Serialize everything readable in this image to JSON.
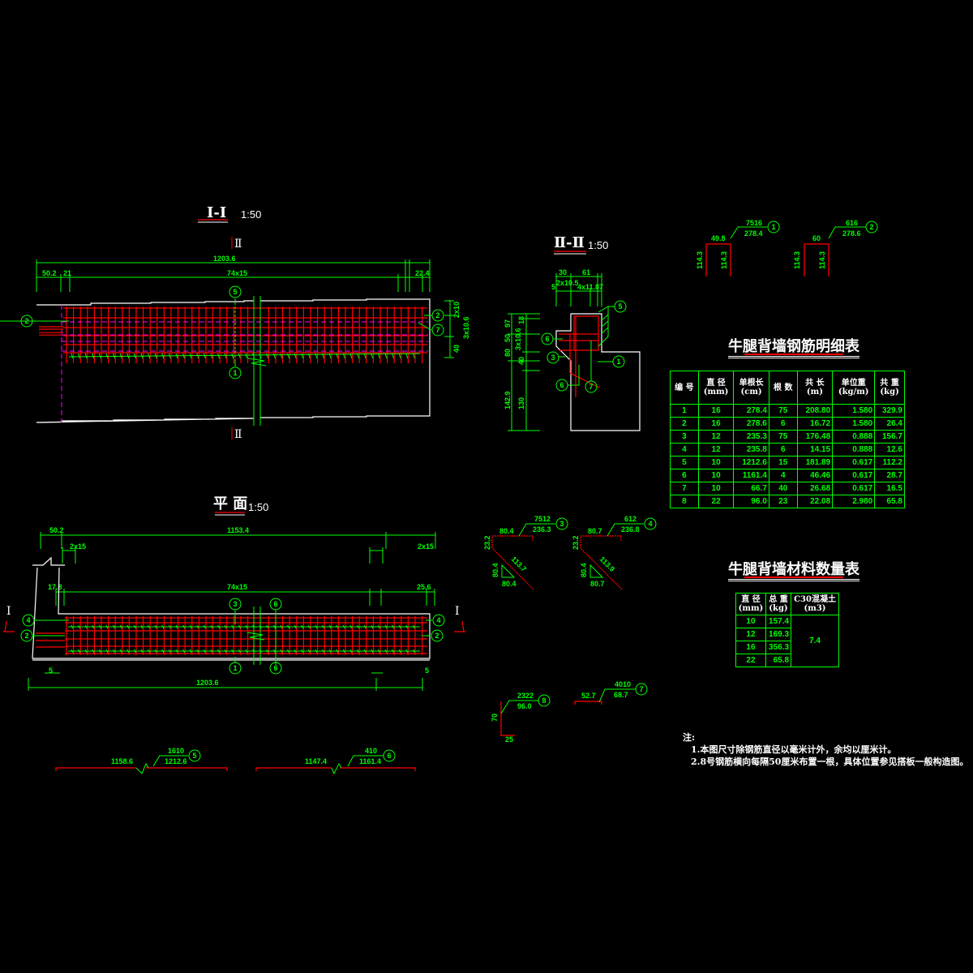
{
  "section_1": {
    "title": "Ⅰ-Ⅰ",
    "scale": "1:50",
    "cut_mark": "Ⅱ",
    "dim_total": "1203.6",
    "dim_left": "50.2",
    "dim_21": "21",
    "dim_spacing": "74x15",
    "dim_right": "22.4",
    "dim_v1": "2x10",
    "dim_v2": "3x10.6",
    "dim_v3": "40",
    "marks": [
      "5",
      "1",
      "2",
      "7"
    ]
  },
  "section_2": {
    "title": "Ⅱ-Ⅱ",
    "scale": "1:50",
    "dims": [
      "30",
      "61",
      "2x10.5",
      "5",
      "4x11.87",
      "97",
      "50",
      "80",
      "142.9",
      "18",
      "3x10.6",
      "40",
      "130"
    ],
    "marks": [
      "5",
      "6",
      "3",
      "1",
      "6",
      "7"
    ]
  },
  "plan": {
    "title": "平 面",
    "scale": "1:50",
    "cut_mark": "Ⅰ",
    "dim_left": "50.2",
    "dim_main": "1153.4",
    "dim_2x15": "2x15",
    "dim_17_8": "17.8",
    "dim_spacing": "74x15",
    "dim_25_6": "25.6",
    "dim_total": "1203.6",
    "dim_5": "5",
    "marks": [
      "4",
      "2",
      "4",
      "2",
      "3",
      "6",
      "1",
      "6"
    ]
  },
  "bars": {
    "b1": {
      "mark": "1",
      "top": "49.8",
      "leg": "114.3",
      "count_code": "7516",
      "length": "278.4"
    },
    "b2": {
      "mark": "2",
      "top": "60",
      "leg": "114.3",
      "count_code": "616",
      "length": "278.6"
    },
    "b3": {
      "mark": "3",
      "top": "80.4",
      "hook": "23.2",
      "diag": "113.7",
      "tri_v": "80.4",
      "tri_h": "80.4",
      "count_code": "7512",
      "length": "236.3"
    },
    "b4": {
      "mark": "4",
      "top": "80.7",
      "hook": "23.2",
      "diag": "113.9",
      "tri_v": "80.4",
      "tri_h": "80.7",
      "count_code": "612",
      "length": "236.8"
    },
    "b8": {
      "mark": "8",
      "leg": "70",
      "foot": "25",
      "count_code": "2322",
      "length": "96.0"
    },
    "b7": {
      "mark": "7",
      "top": "52.7",
      "count_code": "4010",
      "length": "68.7"
    },
    "b5": {
      "mark": "5",
      "span": "1158.6",
      "count_code": "1610",
      "length": "1212.6"
    },
    "b6": {
      "mark": "6",
      "span": "1147.4",
      "count_code": "410",
      "length": "1161.4"
    }
  },
  "rebar_table": {
    "title": "牛腿背墙钢筋明细表",
    "headers": [
      [
        "编 号",
        ""
      ],
      [
        "直 径",
        "(mm)"
      ],
      [
        "单根长",
        "(cm)"
      ],
      [
        "根 数",
        ""
      ],
      [
        "共 长",
        "(m)"
      ],
      [
        "单位重",
        "(kg/m)"
      ],
      [
        "共 重",
        "(kg)"
      ]
    ],
    "rows": [
      [
        "1",
        "16",
        "278.4",
        "75",
        "208.80",
        "1.580",
        "329.9"
      ],
      [
        "2",
        "16",
        "278.6",
        "6",
        "16.72",
        "1.580",
        "26.4"
      ],
      [
        "3",
        "12",
        "235.3",
        "75",
        "176.48",
        "0.888",
        "156.7"
      ],
      [
        "4",
        "12",
        "235.8",
        "6",
        "14.15",
        "0.888",
        "12.6"
      ],
      [
        "5",
        "10",
        "1212.6",
        "15",
        "181.89",
        "0.617",
        "112.2"
      ],
      [
        "6",
        "10",
        "1161.4",
        "4",
        "46.46",
        "0.617",
        "28.7"
      ],
      [
        "7",
        "10",
        "66.7",
        "40",
        "26.68",
        "0.617",
        "16.5"
      ],
      [
        "8",
        "22",
        "96.0",
        "23",
        "22.08",
        "2.980",
        "65.8"
      ]
    ]
  },
  "material_table": {
    "title": "牛腿背墙材料数量表",
    "headers": [
      [
        "直 径",
        "(mm)"
      ],
      [
        "总 重",
        "(kg)"
      ],
      [
        "C30混凝土",
        "(m3)"
      ]
    ],
    "rows": [
      [
        "10",
        "157.4"
      ],
      [
        "12",
        "169.3"
      ],
      [
        "16",
        "356.3"
      ],
      [
        "22",
        "65.8"
      ]
    ],
    "concrete": "7.4"
  },
  "notes": {
    "heading": "注:",
    "items": [
      "1.本图尺寸除钢筋直径以毫米计外，余均以厘米计。",
      "2.8号钢筋横向每隔50厘米布置一根，具体位置参见搭板一般构造图。"
    ]
  },
  "colors": {
    "rebar": "#ff0000",
    "dimension": "#00ff00",
    "outline": "#ffffff",
    "hidden": "#ff00ff"
  }
}
